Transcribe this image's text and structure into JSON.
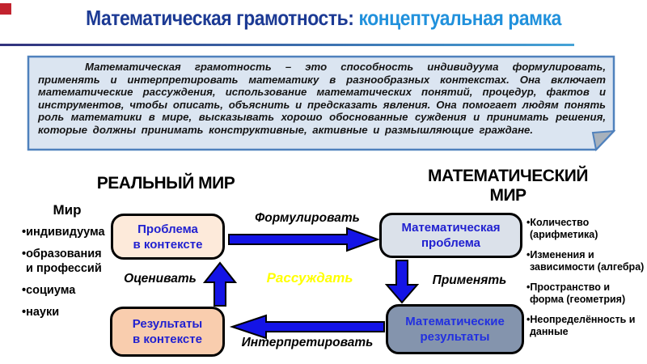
{
  "title": {
    "part1": "Математическая грамотность:",
    "part2": "концептуальная рамка"
  },
  "definition": {
    "text": "Математическая грамотность – это способность индивидуума формулировать, применять и интерпретировать математику в разнообразных контекстах. Она включает математические рассуждения, использование математических понятий, процедур, фактов и инструментов, чтобы описать, объяснить и предсказать явления. Она помогает людям понять роль математики в мире, высказывать хорошо обоснованные суждения и принимать решения, которые должны принимать конструктивные, активные и размышляющие граждане."
  },
  "headers": {
    "left": "РЕАЛЬНЫЙ МИР",
    "right": "МАТЕМАТИЧЕСКИЙ МИР"
  },
  "world": {
    "title": "Мир",
    "bullet": "•",
    "items": [
      {
        "l1": "индивидуума"
      },
      {
        "l1": "образования",
        "l2": "и профессий"
      },
      {
        "l1": "социума"
      },
      {
        "l1": "науки"
      }
    ]
  },
  "domains": {
    "bullet": "•",
    "items": [
      {
        "l1": "Количество",
        "l2": "(арифметика)"
      },
      {
        "l1": "Изменения и",
        "l2": "зависимости (алгебра)"
      },
      {
        "l1": "Пространство и",
        "l2": "форма (геометрия)"
      },
      {
        "l1": "Неопределённость и",
        "l2": "данные"
      }
    ]
  },
  "boxes": {
    "problem_context": {
      "l1": "Проблема",
      "l2": "в контексте"
    },
    "math_problem": {
      "l1": "Математическая",
      "l2": "проблема"
    },
    "results_context": {
      "l1": "Результаты",
      "l2": "в контексте"
    },
    "math_results": {
      "l1": "Математические",
      "l2": "результаты"
    }
  },
  "arrows": {
    "formulate": "Формулировать",
    "apply": "Применять",
    "interpret": "Интерпретировать",
    "evaluate": "Оценивать",
    "reason": "Рассуждать"
  },
  "colors": {
    "title_primary": "#1c3a94",
    "title_accent": "#2191dc",
    "definition_bg": "#dbe5f1",
    "definition_border": "#4f81bd",
    "box_text_blue": "#2121d0",
    "arrow_blue": "#1414e6",
    "peach_light": "#fdeada",
    "peach": "#f9cdae",
    "bluegray_light": "#dbe1ea",
    "slate": "#8494ad",
    "reason_yellow": "#ffff00",
    "red_corner": "#c2232e"
  }
}
